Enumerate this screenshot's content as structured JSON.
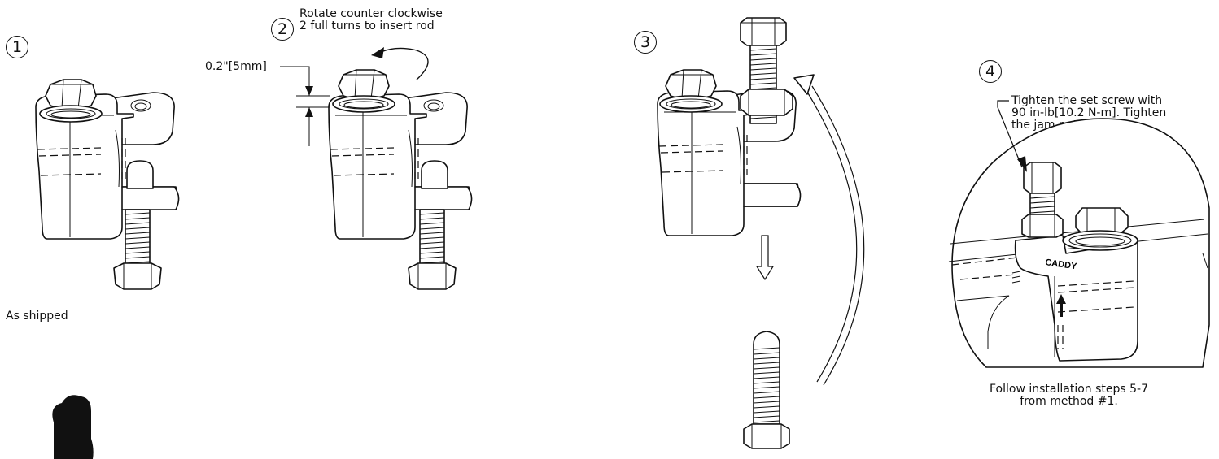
{
  "steps": [
    {
      "number": "1",
      "caption": "As shipped"
    },
    {
      "number": "2",
      "caption": "Rotate counter clockwise\n2 full turns to insert rod",
      "dimension": "0.2\"[5mm]"
    },
    {
      "number": "3"
    },
    {
      "number": "4",
      "caption": "Tighten the set screw with\n90 in-lb[10.2 N-m]. Tighten\nthe jam nut.",
      "footer": "Follow installation steps 5-7\nfrom method #1.",
      "brand_mark": "CADDY"
    }
  ],
  "icons": [
    "beam-clamp-icon",
    "threaded-rod-icon",
    "rotate-arrow-icon",
    "down-arrow-icon",
    "curved-return-arrow-icon",
    "leader-arrow-icon",
    "logo-icon"
  ]
}
